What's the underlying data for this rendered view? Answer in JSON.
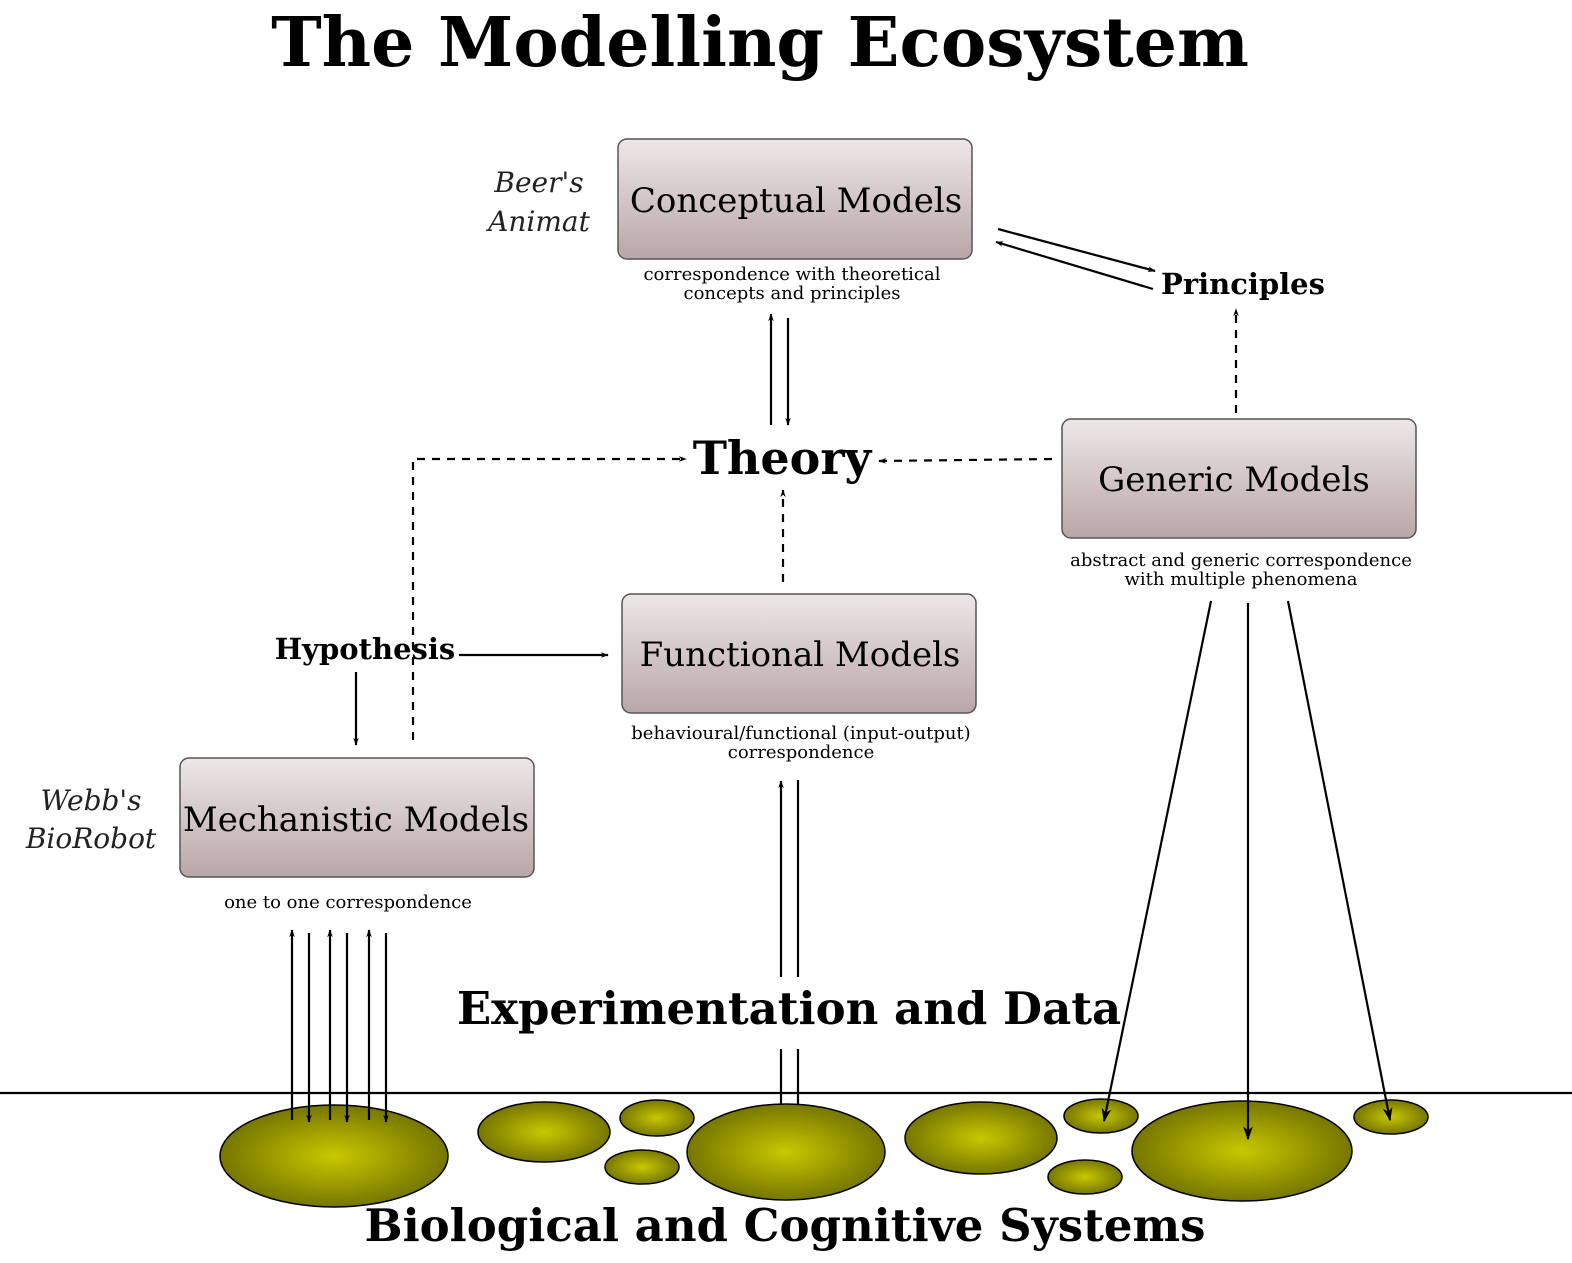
{
  "title": "The Modelling Ecosystem",
  "boxes": {
    "conceptual": {
      "label": "Conceptual Models",
      "caption_line1": "correspondence with theoretical",
      "caption_line2": "concepts and principles"
    },
    "generic": {
      "label": "Generic Models",
      "caption_line1": "abstract and generic correspondence",
      "caption_line2": "with multiple phenomena"
    },
    "functional": {
      "label": "Functional Models",
      "caption_line1": "behavioural/functional (input-output)",
      "caption_line2": "correspondence"
    },
    "mechanistic": {
      "label": "Mechanistic Models",
      "caption_line1": "one to one correspondence"
    }
  },
  "notes": {
    "beer_line1": "Beer's",
    "beer_line2": "Animat",
    "webb_line1": "Webb's",
    "webb_line2": "BioRobot"
  },
  "labels": {
    "principles": "Principles",
    "theory": "Theory",
    "hypothesis": "Hypothesis",
    "experimentation": "Experimentation and Data",
    "biological": "Biological and Cognitive Systems"
  },
  "colors": {
    "box_top": "#ede7e8",
    "box_bottom": "#b9a6a8",
    "blob_center": "#c8c800",
    "blob_edge": "#6e6e00"
  }
}
